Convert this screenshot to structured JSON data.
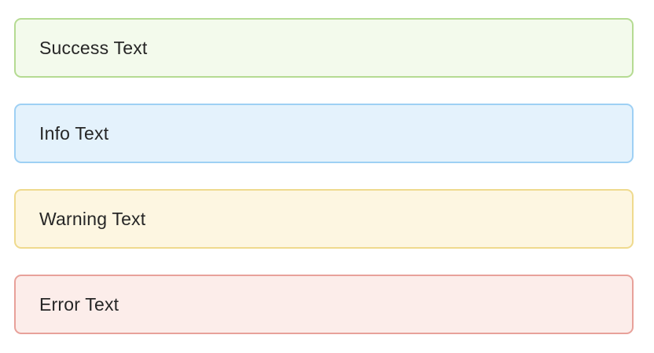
{
  "page": {
    "background": "#ffffff",
    "text_color": "#262626"
  },
  "alerts": [
    {
      "id": "success",
      "label": "Success Text",
      "bg": "#f3faec",
      "border": "#b5db92",
      "text": "#262626"
    },
    {
      "id": "info",
      "label": "Info Text",
      "bg": "#e4f2fc",
      "border": "#9ed0f4",
      "text": "#262626"
    },
    {
      "id": "warning",
      "label": "Warning Text",
      "bg": "#fdf6e1",
      "border": "#efda8e",
      "text": "#262626"
    },
    {
      "id": "error",
      "label": "Error Text",
      "bg": "#fcedea",
      "border": "#e8a19a",
      "text": "#262626"
    }
  ]
}
